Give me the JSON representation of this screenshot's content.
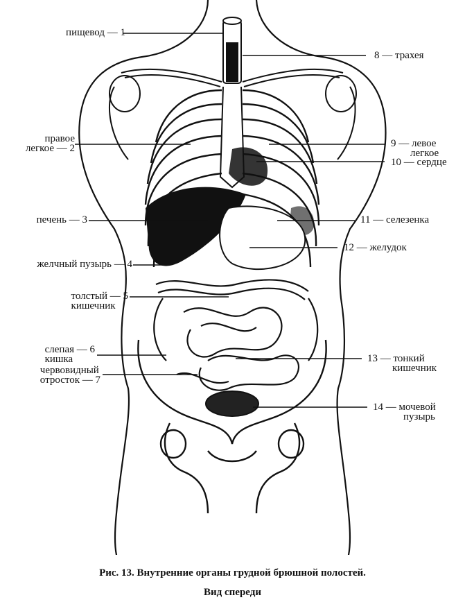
{
  "labels": {
    "l1": [
      "пищевод — 1"
    ],
    "l2": [
      "правое",
      "легкое — 2"
    ],
    "l3": [
      "печень — 3"
    ],
    "l4": [
      "желчный пузырь — 4"
    ],
    "l5": [
      "толстый — 5",
      "кишечник"
    ],
    "l6": [
      "слепая — 6",
      "кишка"
    ],
    "l7": [
      "червовидный",
      "отросток — 7"
    ],
    "l8": [
      "8 — трахея"
    ],
    "l9": [
      "9 — левое",
      "легкое"
    ],
    "l10": [
      "10 — сердце"
    ],
    "l11": [
      "11 — селезенка"
    ],
    "l12": [
      "12 — желудок"
    ],
    "l13": [
      "13 — тонкий",
      "кишечник"
    ],
    "l14": [
      "14 — мочевой",
      "пузырь"
    ]
  },
  "caption": {
    "line1": "Рис. 13. Внутренние органы грудной  брюшной полостей.",
    "line2": "Вид спереди"
  }
}
